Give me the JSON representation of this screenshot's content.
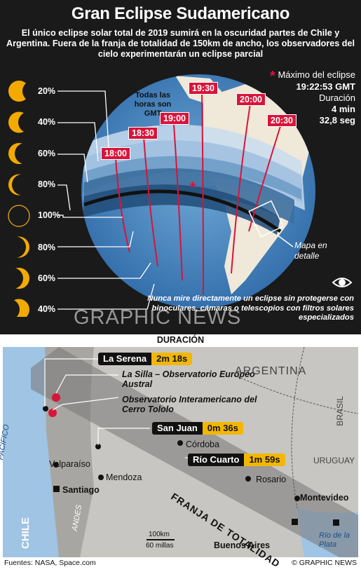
{
  "header": {
    "title": "Gran Eclipse Sudamericano",
    "subtitle": "El único eclipse solar total de 2019 sumirá en la oscuridad partes de Chile y Argentina. Fuera de la franja de totalidad de 150km de ancho, los observadores del cielo experimentarán un eclipse parcial"
  },
  "phases": [
    "20%",
    "40%",
    "60%",
    "80%",
    "100%",
    "80%",
    "60%",
    "40%"
  ],
  "globe": {
    "times_note": "Todas las horas son GMT",
    "times": [
      "18:00",
      "18:30",
      "19:00",
      "19:30",
      "20:00",
      "20:30"
    ],
    "detail_label": "Mapa en detalle"
  },
  "max_info": {
    "label": "Máximo del eclipse",
    "time": "19:22:53 GMT",
    "duration_label": "Duración",
    "duration_min": "4 min",
    "duration_sec": "32,8 seg"
  },
  "warning": "Nunca mire directamente un eclipse sin protegerse con binoculares, cámaras o telescopios con filtros solares especializados",
  "watermark": "GRAPHIC NEWS",
  "detail": {
    "title": "DURACIÓN",
    "durations": [
      {
        "place": "La Serena",
        "time": "2m 18s"
      },
      {
        "place": "San Juan",
        "time": "0m 36s"
      },
      {
        "place": "Río Cuarto",
        "time": "1m 59s"
      }
    ],
    "observatories": [
      "La Silla – Observatorio Europeo Austral",
      "Observatorio Interamericano del Cerro Tololo"
    ],
    "cities": [
      "Córdoba",
      "Valparaíso",
      "Mendoza",
      "Santiago",
      "Rosario",
      "Montevideo",
      "Buenos Aires"
    ],
    "countries": [
      "ARGENTINA",
      "BRASIL",
      "URUGUAY",
      "CHILE",
      "ANDES"
    ],
    "ocean": "OCÉANO PACÍFICO",
    "river": "Río de la Plata",
    "band": "FRANJA DE TOTALIDAD",
    "scale_km": "100km",
    "scale_mi": "60 millas"
  },
  "footer": {
    "source": "Fuentes: NASA, Space.com",
    "credit": "© GRAPHIC NEWS"
  }
}
